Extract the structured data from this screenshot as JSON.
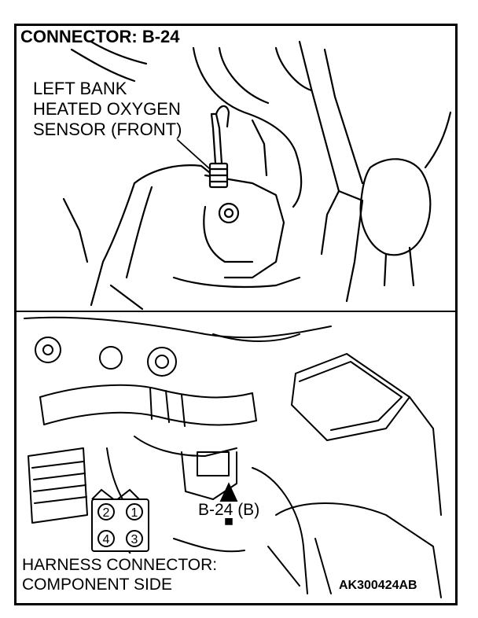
{
  "title": "CONNECTOR: B-24",
  "sensor_label": {
    "line1": "LEFT BANK",
    "line2": "HEATED OXYGEN",
    "line3": "SENSOR (FRONT)"
  },
  "connector_ref": "B-24 (B)",
  "pins": [
    "2",
    "1",
    "4",
    "3"
  ],
  "harness_label": {
    "line1": "HARNESS CONNECTOR:",
    "line2": "COMPONENT SIDE"
  },
  "figure_code": "AK300424AB"
}
